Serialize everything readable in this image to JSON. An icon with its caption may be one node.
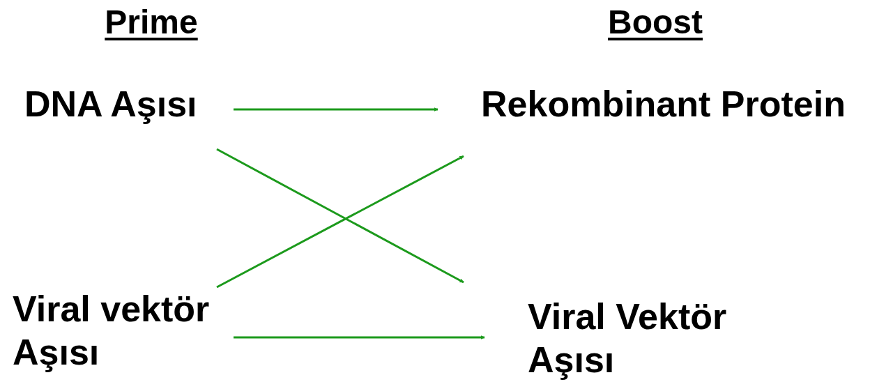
{
  "diagram": {
    "nodes": [
      {
        "text": [
          "DNA Aşısı"
        ]
      },
      {
        "text": [
          "Viral vektör Aşısı"
        ]
      },
      {
        "text": [
          "Rekombinant Protein"
        ]
      },
      {
        "text": [
          "Viral Vektör Aşısı"
        ]
      }
    ],
    "edges": [
      {
        "from": 0,
        "to": 2,
        "arrow": "to"
      },
      {
        "from": 0,
        "to": 3,
        "arrow": "to"
      },
      {
        "from": 1,
        "to": 2,
        "arrow": "to"
      },
      {
        "from": 1,
        "to": 3,
        "arrow": "to"
      }
    ],
    "labels": [
      "Prime",
      "Boost"
    ]
  }
}
